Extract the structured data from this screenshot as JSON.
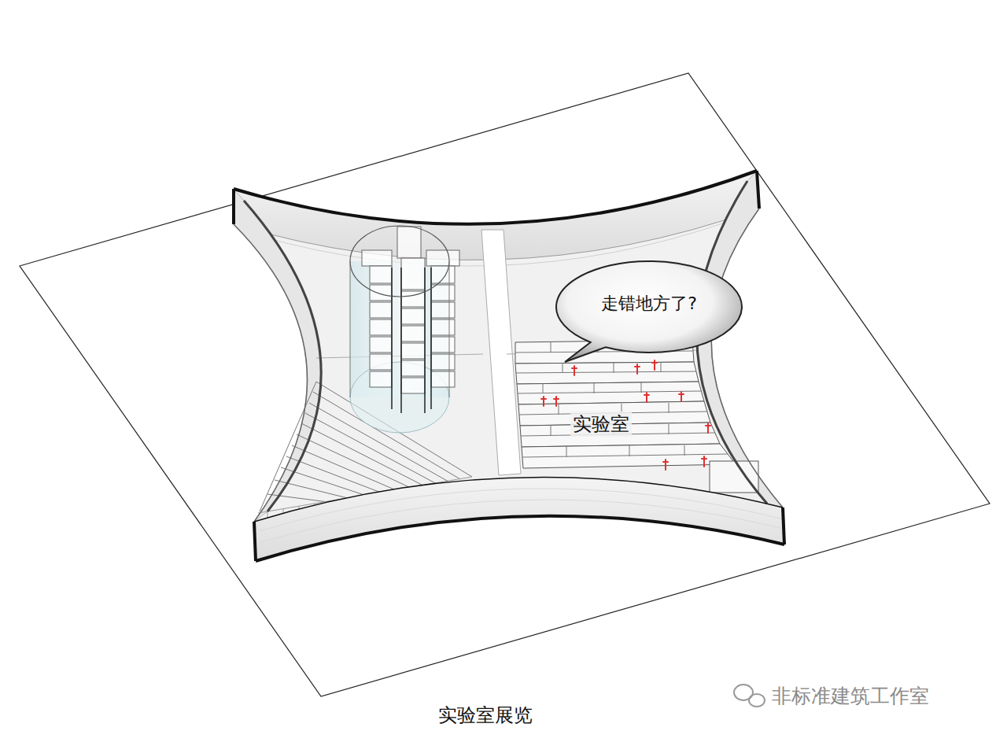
{
  "diagram": {
    "caption": "实验室展览",
    "nodes": [
      {
        "text": [
          "走错地方了?"
        ]
      }
    ],
    "labels": [
      "实验室",
      "非标准建筑工作室"
    ]
  }
}
